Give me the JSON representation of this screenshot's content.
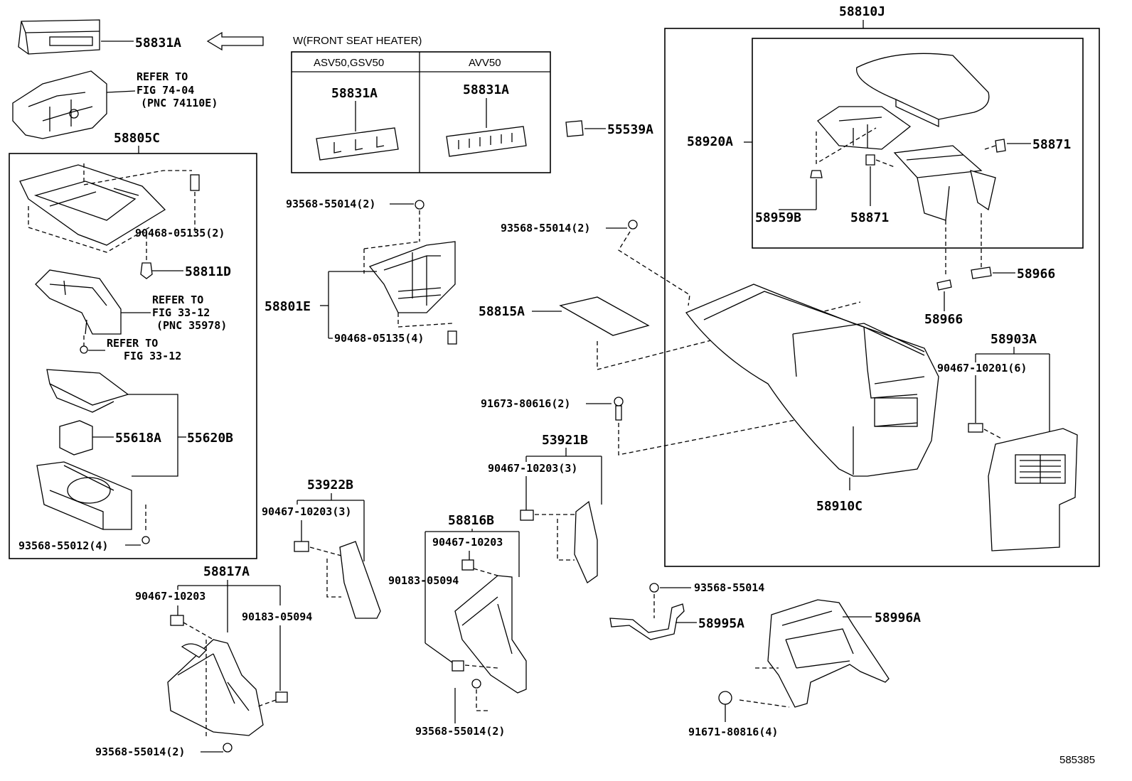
{
  "diagram_id": "585385",
  "front_seat_heater": {
    "title": "W(FRONT SEAT HEATER)",
    "col1": "ASV50,GSV50",
    "col2": "AVV50",
    "part1": "58831A",
    "part2": "58831A"
  },
  "labels": {
    "p58831A": "58831A",
    "refer1": [
      "REFER TO",
      "FIG 74-04",
      "(PNC 74110E)"
    ],
    "p58805C": "58805C",
    "p90468_05135_2": "90468-05135(2)",
    "p58811D": "58811D",
    "refer2": [
      "REFER TO",
      "FIG 33-12",
      "(PNC 35978)"
    ],
    "refer3": [
      "REFER TO",
      "FIG 33-12"
    ],
    "p55618A": "55618A",
    "p55620B": "55620B",
    "p93568_55012_4": "93568-55012(4)",
    "p55539A": "55539A",
    "p93568_55014_2a": "93568-55014(2)",
    "p58801E": "58801E",
    "p90468_05135_4": "90468-05135(4)",
    "p93568_55014_2b": "93568-55014(2)",
    "p58815A": "58815A",
    "p91673_80616_2": "91673-80616(2)",
    "p58810J": "58810J",
    "p58920A": "58920A",
    "p58871a": "58871",
    "p58871b": "58871",
    "p58959B": "58959B",
    "p58966a": "58966",
    "p58966b": "58966",
    "p58903A": "58903A",
    "p90467_10201_6": "90467-10201(6)",
    "p58910C": "58910C",
    "p53921B": "53921B",
    "p90467_10203_3a": "90467-10203(3)",
    "p53922B": "53922B",
    "p90467_10203_3b": "90467-10203(3)",
    "p58816B": "58816B",
    "p90467_10203a": "90467-10203",
    "p90183_05094a": "90183-05094",
    "p93568_55014_2c": "93568-55014(2)",
    "p58817A": "58817A",
    "p90467_10203b": "90467-10203",
    "p90183_05094b": "90183-05094",
    "p93568_55014_2d": "93568-55014(2)",
    "p93568_55014": "93568-55014",
    "p58995A": "58995A",
    "p58996A": "58996A",
    "p91671_80816_4": "91671-80816(4)"
  }
}
